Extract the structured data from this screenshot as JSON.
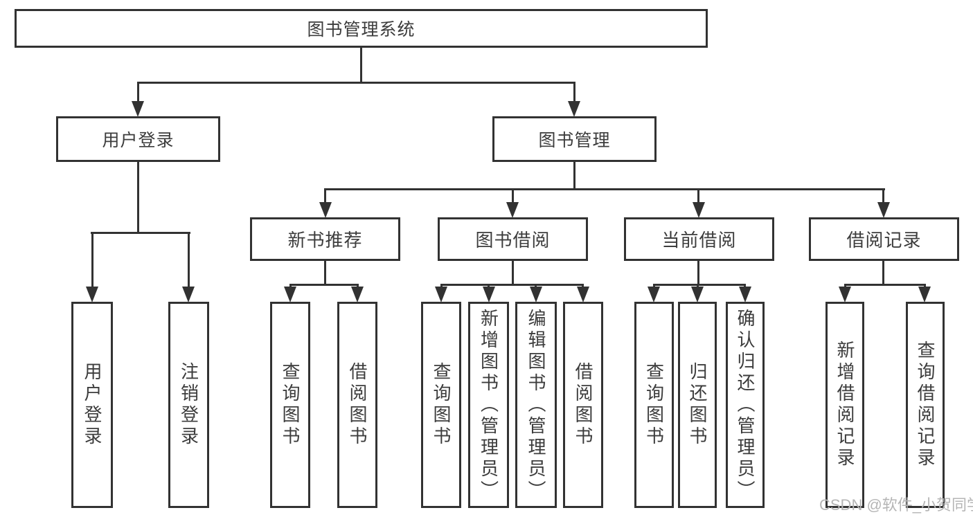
{
  "tree": {
    "root": "图书管理系统",
    "groups": [
      {
        "label": "用户登录",
        "leaves": [
          "用户登录",
          "注销登录"
        ]
      },
      {
        "label": "图书管理",
        "sections": [
          {
            "label": "新书推荐",
            "leaves": [
              "查询图书",
              "借阅图书"
            ]
          },
          {
            "label": "图书借阅",
            "leaves": [
              "查询图书",
              "新增图书（管理员）",
              "编辑图书（管理员）",
              "借阅图书"
            ]
          },
          {
            "label": "当前借阅",
            "leaves": [
              "查询图书",
              "归还图书",
              "确认归还（管理员）"
            ]
          },
          {
            "label": "借阅记录",
            "leaves": [
              "新增借阅记录",
              "查询借阅记录"
            ]
          }
        ]
      }
    ]
  },
  "watermark": "CSDN @软件_小贺同学",
  "colors": {
    "line": "#323232",
    "box_border": "#323232",
    "text": "#3c3c3c",
    "watermark": "#b5b5b5",
    "background": "#ffffff"
  }
}
